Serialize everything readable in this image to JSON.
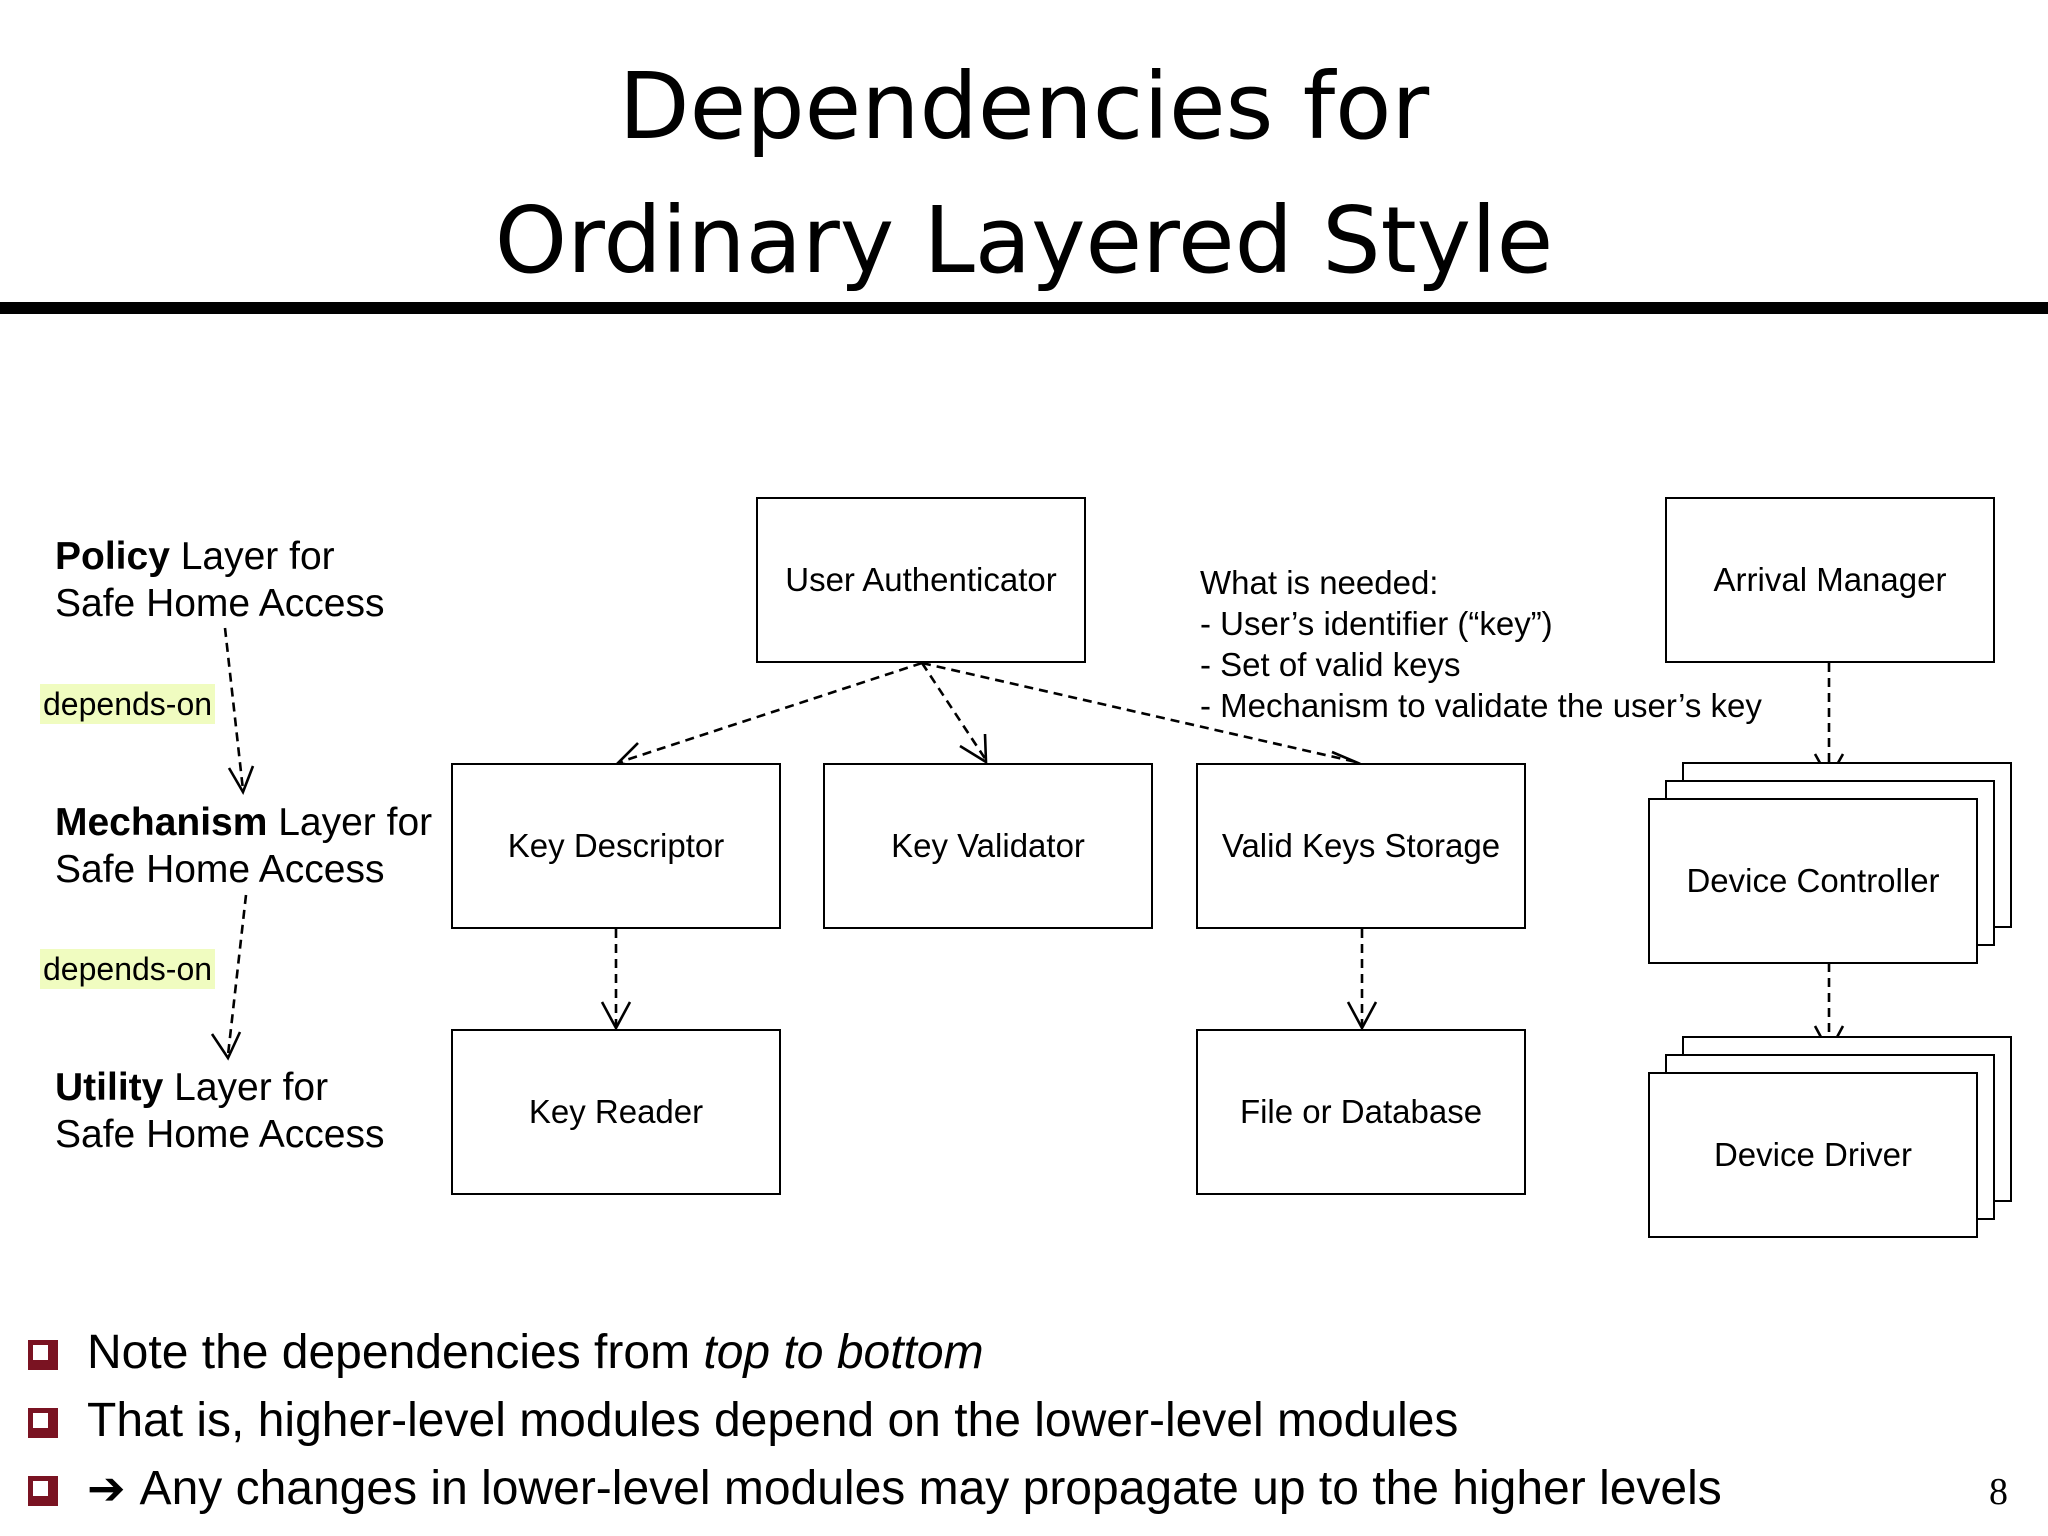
{
  "title": {
    "line1": "Dependencies for",
    "line2": "Ordinary Layered Style"
  },
  "layers": [
    {
      "bold": "Policy",
      "rest": " Layer for",
      "line2": "Safe Home Access"
    },
    {
      "bold": "Mechanism",
      "rest": " Layer for",
      "line2": "Safe Home Access"
    },
    {
      "bold": "Utility",
      "rest": " Layer for",
      "line2": "Safe Home Access"
    }
  ],
  "depends_on": [
    "depends-on",
    "depends-on"
  ],
  "modules": {
    "user_authenticator": "User Authenticator",
    "arrival_manager": "Arrival Manager",
    "key_descriptor": "Key Descriptor",
    "key_validator": "Key Validator",
    "valid_keys_storage": "Valid Keys Storage",
    "device_controller": "Device Controller",
    "key_reader": "Key Reader",
    "file_or_database": "File or Database",
    "device_driver": "Device Driver"
  },
  "note": {
    "heading": "What is needed:",
    "items": [
      " - User’s identifier (“key”)",
      " - Set of valid keys",
      " - Mechanism to validate the user’s key"
    ]
  },
  "bullets": {
    "b1_prefix": "Note the dependencies from ",
    "b1_em": "top to bottom",
    "b2": "That is, higher-level modules depend on the lower-level modules",
    "b3_arrow": "➔",
    "b3": "Any changes in lower-level modules may propagate up to the higher levels"
  },
  "page_number": "8",
  "colors": {
    "highlight": "#f0fcc0",
    "bullet_box": "#7a1322"
  }
}
